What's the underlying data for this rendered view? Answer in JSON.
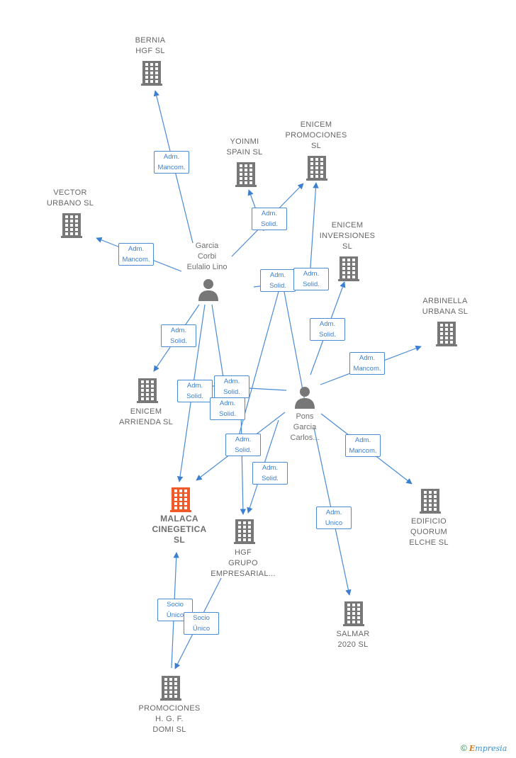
{
  "nodes": [
    {
      "id": "bernia",
      "label": "BERNIA\nHGF  SL",
      "kind": "company"
    },
    {
      "id": "yoinmi",
      "label": "YOINMI\nSPAIN  SL",
      "kind": "company"
    },
    {
      "id": "enicem_prom",
      "label": "ENICEM\nPROMOCIONES\nSL",
      "kind": "company"
    },
    {
      "id": "vector",
      "label": "VECTOR\nURBANO  SL",
      "kind": "company"
    },
    {
      "id": "enicem_inv",
      "label": "ENICEM\nINVERSIONES\nSL",
      "kind": "company"
    },
    {
      "id": "arbinella",
      "label": "ARBINELLA\nURBANA  SL",
      "kind": "company"
    },
    {
      "id": "garcia",
      "label": "Garcia\nCorbi\nEulalio Lino",
      "kind": "person"
    },
    {
      "id": "enicem_arr",
      "label": "ENICEM\nARRIENDA  SL",
      "kind": "company"
    },
    {
      "id": "pons",
      "label": "Pons\nGarcia\nCarlos...",
      "kind": "person"
    },
    {
      "id": "malaca",
      "label": "MALACA\nCINEGETICA\nSL",
      "kind": "main"
    },
    {
      "id": "hgf",
      "label": "HGF\nGRUPO\nEMPRESARIAL...",
      "kind": "company"
    },
    {
      "id": "edificio",
      "label": "EDIFICIO\nQUORUM\nELCHE  SL",
      "kind": "company"
    },
    {
      "id": "salmar",
      "label": "SALMAR\n2020  SL",
      "kind": "company"
    },
    {
      "id": "promociones",
      "label": "PROMOCIONES\nH.  G. F.\nDOMI  SL",
      "kind": "company"
    }
  ],
  "edges": [
    {
      "id": "e1",
      "line1": "Adm.",
      "line2": "Mancom."
    },
    {
      "id": "e2",
      "line1": "Adm.",
      "line2": "Mancom."
    },
    {
      "id": "e3",
      "line1": "Adm.",
      "line2": "Solid."
    },
    {
      "id": "e4",
      "line1": "Adm.",
      "line2": "Solid."
    },
    {
      "id": "e5",
      "line1": "Adm.",
      "line2": "Solid."
    },
    {
      "id": "e6",
      "line1": "Adm.",
      "line2": "Solid."
    },
    {
      "id": "e7",
      "line1": "Adm.",
      "line2": "Solid."
    },
    {
      "id": "e8",
      "line1": "Adm.",
      "line2": "Solid."
    },
    {
      "id": "e9",
      "line1": "Adm.",
      "line2": "Solid."
    },
    {
      "id": "e10",
      "line1": "Adm.",
      "line2": "Solid."
    },
    {
      "id": "e11",
      "line1": "Adm.",
      "line2": "Solid."
    },
    {
      "id": "e12",
      "line1": "Adm.",
      "line2": "Solid."
    },
    {
      "id": "e13",
      "line1": "Adm.",
      "line2": "Mancom."
    },
    {
      "id": "e14",
      "line1": "Adm.",
      "line2": "Mancom."
    },
    {
      "id": "e15",
      "line1": "Adm.",
      "line2": "Unico"
    },
    {
      "id": "e16",
      "line1": "Socio",
      "line2": "Único"
    },
    {
      "id": "e17",
      "line1": "Socio",
      "line2": "Único"
    },
    {
      "id": "e18",
      "line1": "Adm.",
      "line2": "Solid."
    }
  ],
  "colors": {
    "edge": "#4a8bd6",
    "company_icon": "#777777",
    "main_icon": "#f05a28",
    "person_icon": "#777777"
  },
  "brand": {
    "copyright": "©",
    "initial": "E",
    "rest": "mpresia"
  }
}
